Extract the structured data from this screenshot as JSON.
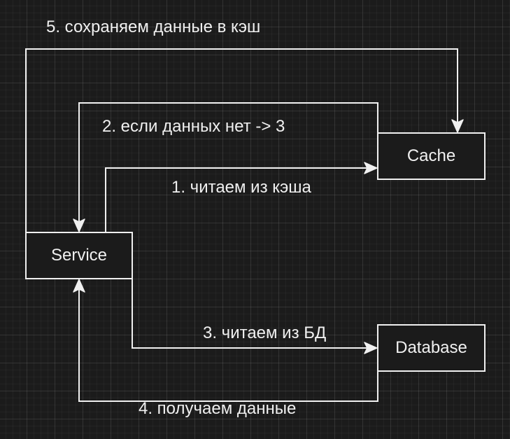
{
  "diagram": {
    "colors": {
      "background": "#1b1b1b",
      "stroke": "#f0f0f0",
      "text": "#f0f0f0"
    },
    "nodes": {
      "service": "Service",
      "cache": "Cache",
      "database": "Database"
    },
    "edges": [
      {
        "label": "1. читаем из кэша",
        "from": "Service",
        "to": "Cache"
      },
      {
        "label": "2. если данных нет -> 3",
        "from": "Cache",
        "to": "Service"
      },
      {
        "label": "3. читаем из БД",
        "from": "Service",
        "to": "Database"
      },
      {
        "label": "4. получаем данные",
        "from": "Database",
        "to": "Service"
      },
      {
        "label": "5. сохраняем данные в кэш",
        "from": "Service",
        "to": "Cache"
      }
    ]
  }
}
